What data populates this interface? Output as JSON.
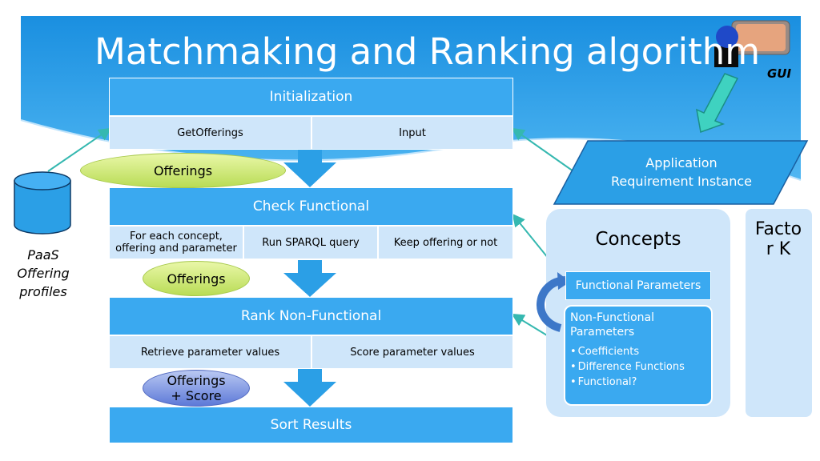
{
  "title": "Matchmaking and Ranking algorithm",
  "gui": {
    "label": "GUI"
  },
  "database": {
    "label_lines": [
      "PaaS",
      "Offering",
      "profiles"
    ]
  },
  "requirement": {
    "label_lines": [
      "Application",
      "Requirement Instance"
    ]
  },
  "steps": {
    "initialization": {
      "header": "Initialization",
      "cells": [
        "GetOfferings",
        "Input"
      ]
    },
    "check_functional": {
      "header": "Check Functional",
      "cells": [
        "For each concept, offering and parameter",
        "Run SPARQL query",
        "Keep offering or not"
      ]
    },
    "rank_non_functional": {
      "header": "Rank Non-Functional",
      "cells": [
        "Retrieve parameter values",
        "Score parameter values"
      ]
    },
    "sort_results": {
      "header": "Sort Results"
    }
  },
  "ovals": {
    "offerings_1": "Offerings",
    "offerings_2": "Offerings",
    "offerings_score_lines": [
      "Offerings",
      "+ Score"
    ]
  },
  "concepts": {
    "title": "Concepts",
    "functional_parameters": "Functional Parameters",
    "non_functional": {
      "title": "Non-Functional Parameters",
      "items": [
        "Coefficients",
        "Difference Functions",
        "Functional?"
      ]
    }
  },
  "factor_k": {
    "label_lines": [
      "Facto",
      "r K"
    ]
  },
  "colors": {
    "banner": "#2b9fe6",
    "box": "#3aa9f0",
    "cell": "#cfe6fa",
    "connector": "#35b8b0",
    "green_oval": "#c8e46a",
    "blue_oval": "#6f89de"
  }
}
